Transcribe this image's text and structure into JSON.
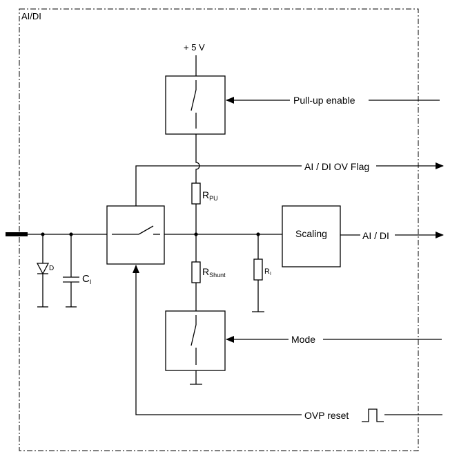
{
  "frame_label": "AI/DI",
  "supply_label": "+ 5 V",
  "signals": {
    "pullup_enable": "Pull-up enable",
    "ov_flag": "AI / DI OV Flag",
    "output": "AI / DI",
    "mode": "Mode",
    "ovp_reset": "OVP reset"
  },
  "blocks": {
    "scaling": "Scaling"
  },
  "components": {
    "diode": "D",
    "capacitor_main": "C",
    "capacitor_sub": "I",
    "rpu_main": "R",
    "rpu_sub": "PU",
    "rshunt_main": "R",
    "rshunt_sub": "Shunt",
    "ri_main": "R",
    "ri_sub": "I"
  }
}
